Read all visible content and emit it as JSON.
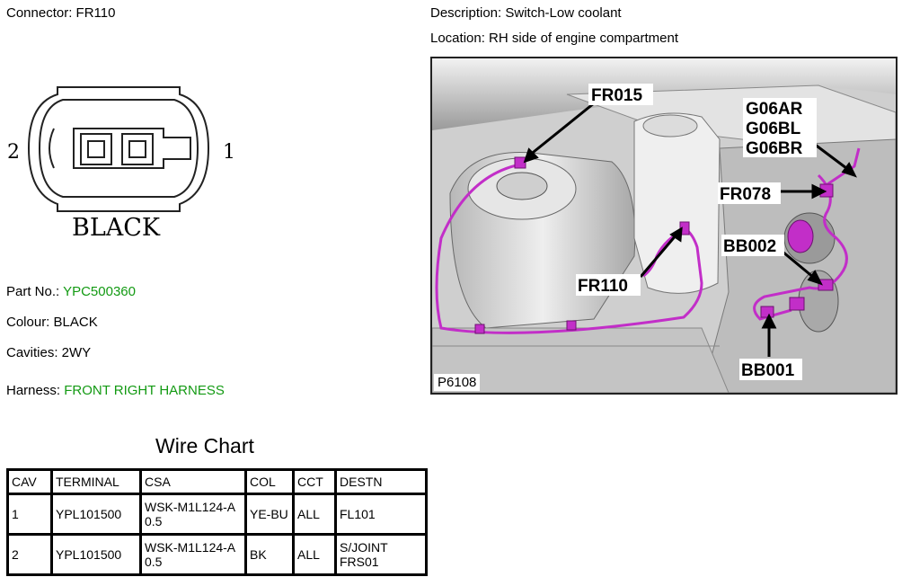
{
  "connector": {
    "heading": "Connector: FR110",
    "pin_left": "2",
    "pin_right": "1",
    "color_label": "BLACK"
  },
  "info": {
    "part_no_label": "Part No.:",
    "part_no_value": "YPC500360",
    "colour": "Colour: BLACK",
    "cavities": "Cavities: 2WY",
    "harness_label": "Harness:",
    "harness_value": "FRONT RIGHT HARNESS"
  },
  "header": {
    "description": "Description: Switch-Low coolant",
    "location": "Location: RH side of engine compartment"
  },
  "photo": {
    "id": "P6108",
    "labels": {
      "fr015": "FR015",
      "g06ar": "G06AR",
      "g06bl": "G06BL",
      "g06br": "G06BR",
      "fr078": "FR078",
      "bb002": "BB002",
      "fr110": "FR110",
      "bb001": "BB001"
    },
    "harness_color": "#c22ec8"
  },
  "wire_chart": {
    "title": "Wire Chart",
    "columns": [
      "CAV",
      "TERMINAL",
      "CSA",
      "COL",
      "CCT",
      "DESTN"
    ],
    "rows": [
      [
        "1",
        "YPL101500",
        "WSK-M1L124-A 0.5",
        "YE-BU",
        "ALL",
        "FL101"
      ],
      [
        "2",
        "YPL101500",
        "WSK-M1L124-A 0.5",
        "BK",
        "ALL",
        "S/JOINT FRS01"
      ]
    ]
  }
}
